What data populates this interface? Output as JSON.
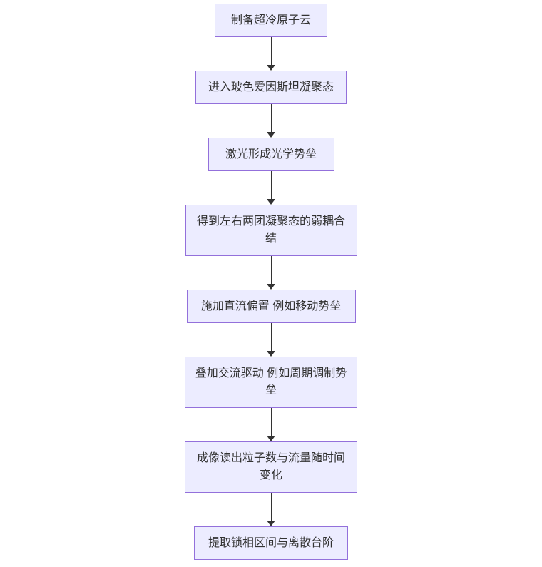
{
  "diagram": {
    "type": "flowchart",
    "direction": "top-down",
    "nodes": [
      {
        "id": "n1",
        "label": "制备超冷原子云"
      },
      {
        "id": "n2",
        "label": "进入玻色爱因斯坦凝聚态"
      },
      {
        "id": "n3",
        "label": "激光形成光学势垒"
      },
      {
        "id": "n4",
        "label": "得到左右两团凝聚态的弱耦合结"
      },
      {
        "id": "n5",
        "label": "施加直流偏置 例如移动势垒"
      },
      {
        "id": "n6",
        "label": "叠加交流驱动 例如周期调制势垒"
      },
      {
        "id": "n7",
        "label": "成像读出粒子数与流量随时间变化"
      },
      {
        "id": "n8",
        "label": "提取锁相区间与离散台阶"
      }
    ],
    "edges": [
      {
        "from": "n1",
        "to": "n2",
        "arrow": "down"
      },
      {
        "from": "n2",
        "to": "n3",
        "arrow": "down"
      },
      {
        "from": "n3",
        "to": "n4",
        "arrow": "down"
      },
      {
        "from": "n4",
        "to": "n5",
        "arrow": "down"
      },
      {
        "from": "n5",
        "to": "n6",
        "arrow": "down"
      },
      {
        "from": "n6",
        "to": "n7",
        "arrow": "down"
      },
      {
        "from": "n7",
        "to": "n8",
        "arrow": "down"
      }
    ]
  },
  "colors": {
    "node_fill": "#ECECFF",
    "node_border": "#9370DB",
    "edge": "#333333",
    "text": "#333333",
    "background": "#ffffff"
  }
}
